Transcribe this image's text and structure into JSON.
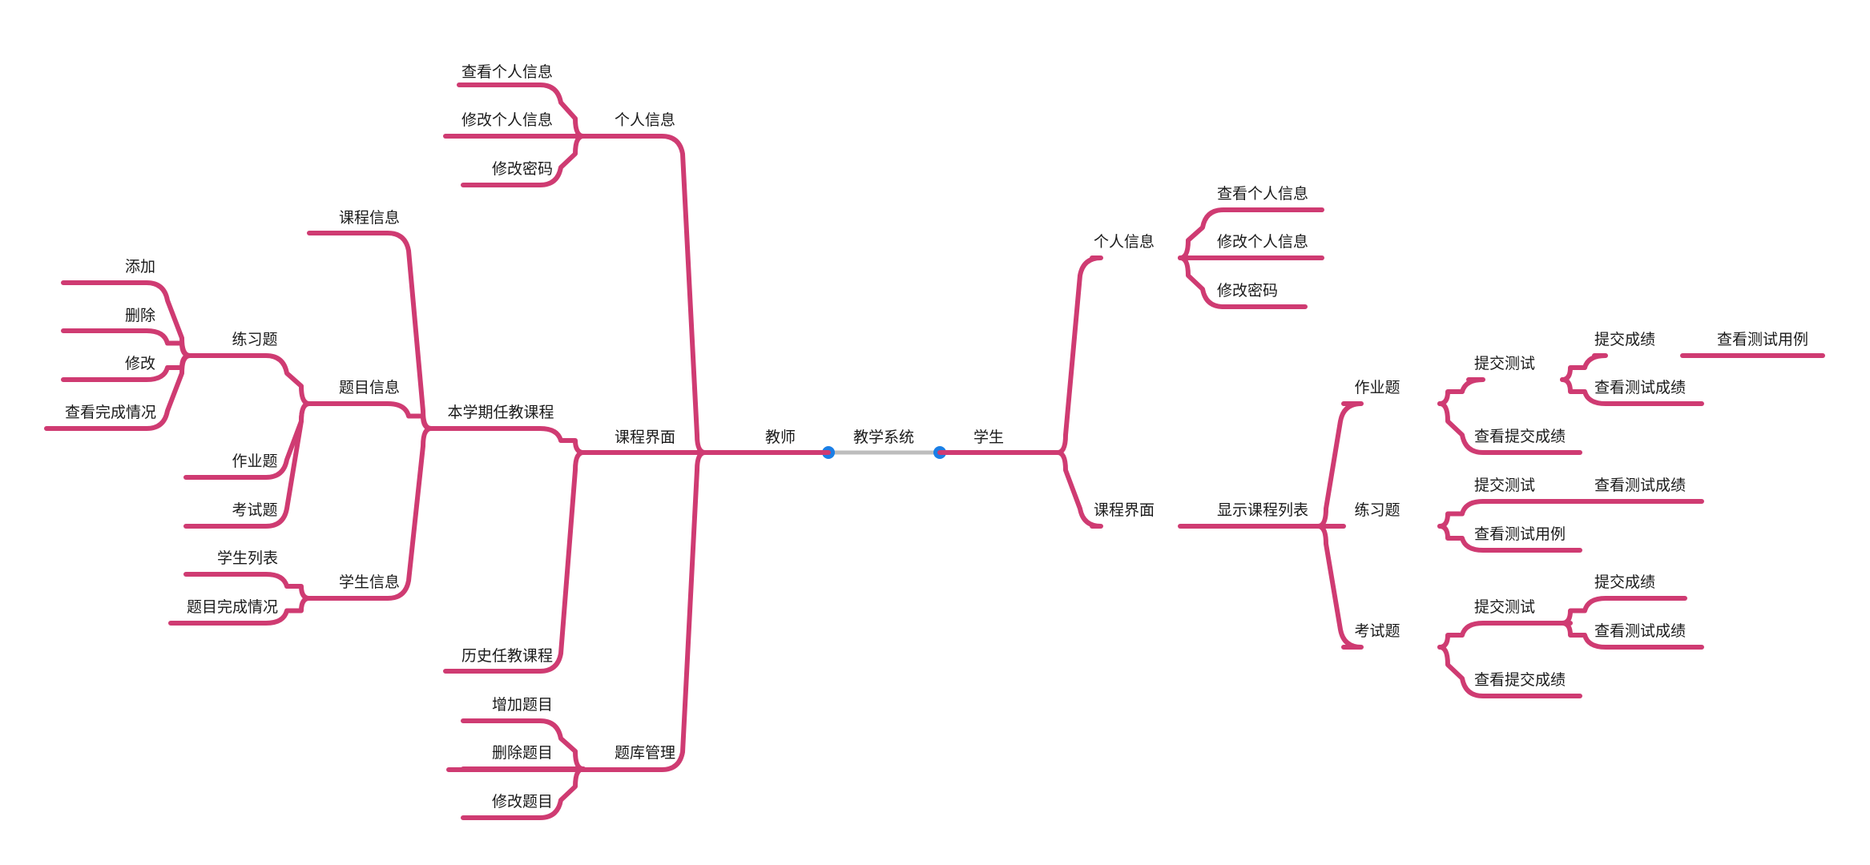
{
  "mindmap": {
    "root": "教学系统",
    "left": {
      "label": "教师",
      "children": [
        {
          "label": "个人信息",
          "children": [
            "查看个人信息",
            "修改个人信息",
            "修改密码"
          ]
        },
        {
          "label": "课程界面",
          "children": [
            {
              "label": "本学期任教课程",
              "children": [
                {
                  "label": "课程信息"
                },
                {
                  "label": "题目信息",
                  "children": [
                    {
                      "label": "练习题",
                      "children": [
                        "添加",
                        "删除",
                        "修改",
                        "查看完成情况"
                      ]
                    },
                    {
                      "label": "作业题"
                    },
                    {
                      "label": "考试题"
                    }
                  ]
                },
                {
                  "label": "学生信息",
                  "children": [
                    "学生列表",
                    "题目完成情况"
                  ]
                }
              ]
            },
            {
              "label": "历史任教课程"
            }
          ]
        },
        {
          "label": "题库管理",
          "children": [
            "增加题目",
            "删除题目",
            "修改题目"
          ]
        }
      ]
    },
    "right": {
      "label": "学生",
      "children": [
        {
          "label": "个人信息",
          "children": [
            "查看个人信息",
            "修改个人信息",
            "修改密码"
          ]
        },
        {
          "label": "课程界面",
          "children": [
            {
              "label": "显示课程列表",
              "children": [
                {
                  "label": "作业题",
                  "children": [
                    {
                      "label": "提交测试",
                      "children": [
                        {
                          "label": "提交成绩",
                          "children": [
                            "查看测试用例"
                          ]
                        },
                        {
                          "label": "查看测试成绩"
                        }
                      ]
                    },
                    {
                      "label": "查看提交成绩"
                    }
                  ]
                },
                {
                  "label": "练习题",
                  "children": [
                    {
                      "label": "提交测试",
                      "children": [
                        "查看测试成绩"
                      ]
                    },
                    {
                      "label": "查看测试用例"
                    }
                  ]
                },
                {
                  "label": "考试题",
                  "children": [
                    {
                      "label": "提交测试",
                      "children": [
                        "提交成绩",
                        "查看测试成绩"
                      ]
                    },
                    {
                      "label": "查看提交成绩"
                    }
                  ]
                }
              ]
            }
          ]
        }
      ]
    }
  },
  "colors": {
    "branch": "#cf3b72",
    "trunk": "#bdbdbd",
    "knob": "#1b7fe6"
  }
}
